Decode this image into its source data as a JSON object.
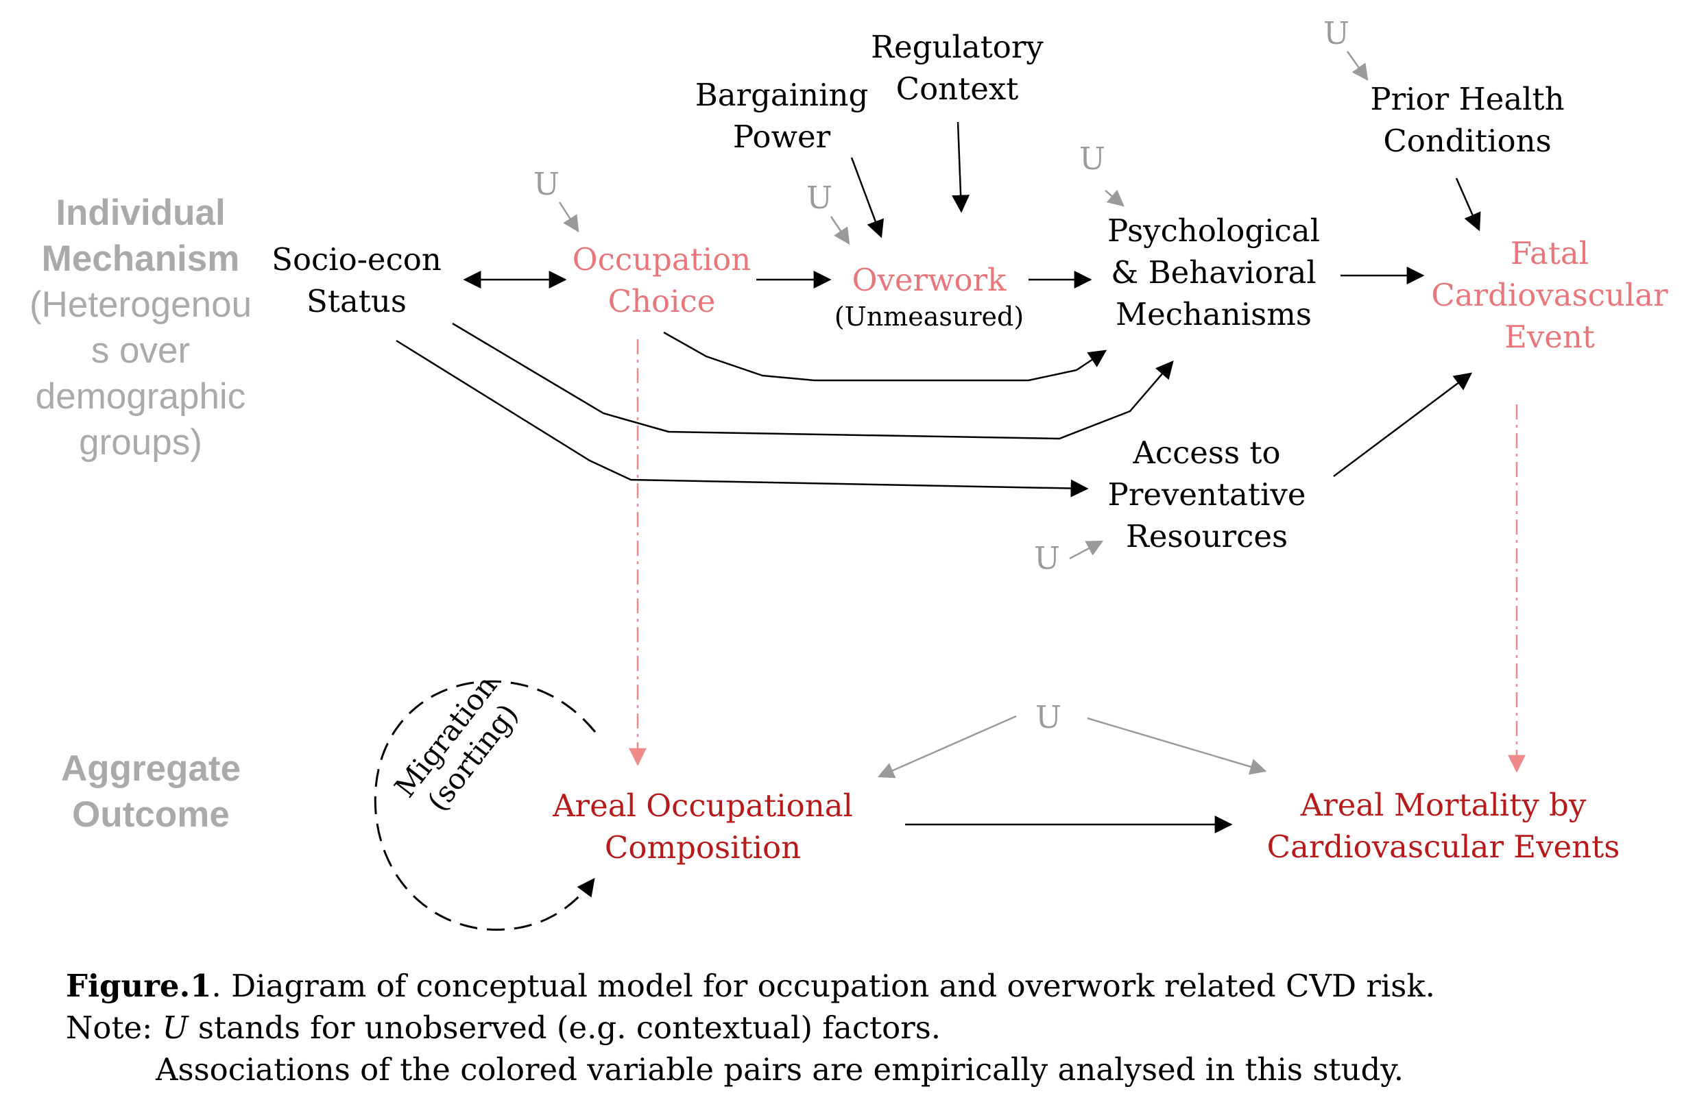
{
  "side_labels": {
    "individual": {
      "lines": [
        "Individual",
        "Mechanism"
      ],
      "sub_lines": [
        "(Heterogenou",
        "s over",
        "demographic",
        "groups)"
      ]
    },
    "aggregate": {
      "lines": [
        "Aggregate",
        "Outcome"
      ]
    }
  },
  "nodes": {
    "regulatory": {
      "lines": [
        "Regulatory",
        "Context"
      ]
    },
    "bargaining": {
      "lines": [
        "Bargaining",
        "Power"
      ]
    },
    "prior_health": {
      "lines": [
        "Prior Health",
        "Conditions"
      ]
    },
    "socio_econ": {
      "lines": [
        "Socio-econ",
        "Status"
      ]
    },
    "occupation": {
      "lines": [
        "Occupation",
        "Choice"
      ]
    },
    "overwork": {
      "title": "Overwork",
      "note": "(Unmeasured)"
    },
    "psych": {
      "lines": [
        "Psychological",
        "& Behavioral",
        "Mechanisms"
      ]
    },
    "fatal": {
      "lines": [
        "Fatal",
        "Cardiovascular",
        "Event"
      ]
    },
    "access": {
      "lines": [
        "Access to",
        "Preventative",
        "Resources"
      ]
    },
    "areal_occ": {
      "lines": [
        "Areal Occupational",
        "Composition"
      ]
    },
    "areal_mort": {
      "lines": [
        "Areal Mortality by",
        "Cardiovascular Events"
      ]
    },
    "migration": {
      "lines": [
        "Migration",
        "(sorting)"
      ]
    }
  },
  "unobserved_label": "U",
  "colors": {
    "black": "#000000",
    "grey": "#9a9a9a",
    "pink": "#e8767a",
    "dark_red": "#b81a1a",
    "side_grey": "#aaaaaa"
  },
  "caption": {
    "figure_label": "Figure.1",
    "figure_text": ". Diagram of conceptual model for occupation and overwork related CVD risk.",
    "note_prefix": "Note: ",
    "note_symbol": "U",
    "note_text": " stands for unobserved (e.g. contextual) factors.",
    "line3": "Associations of the colored variable pairs are empirically analysed in this study."
  }
}
